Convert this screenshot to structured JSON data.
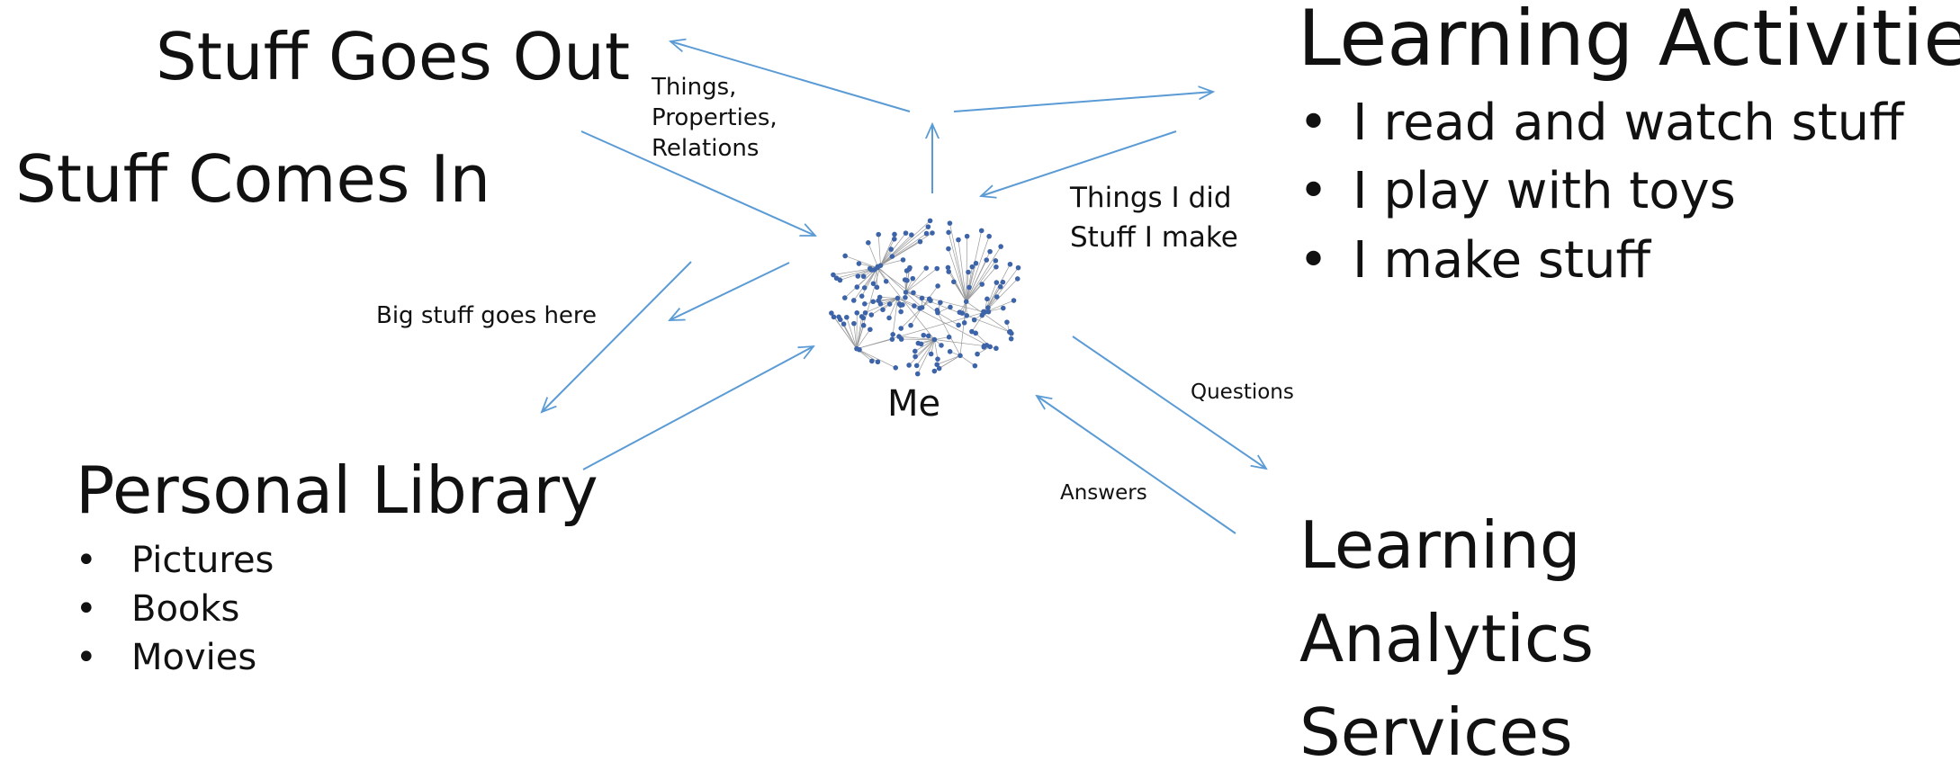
{
  "colors": {
    "arrow": "#5b9bd5",
    "node": "#3d64a8",
    "edge": "#9a9a9a",
    "text": "#111111"
  },
  "stuff_goes_out": "Stuff Goes Out",
  "stuff_comes_in": "Stuff Comes In",
  "label_things": [
    "Things,",
    "Properties,",
    "Relations"
  ],
  "label_big_stuff": "Big stuff goes here",
  "learning_activities": {
    "title": "Learning Activities",
    "items": [
      "I read and watch stuff",
      "I play with toys",
      "I make stuff"
    ]
  },
  "label_things_i_did": [
    "Things I did",
    "Stuff I make"
  ],
  "me_label": "Me",
  "label_questions": "Questions",
  "label_answers": "Answers",
  "personal_library": {
    "title": "Personal Library",
    "items": [
      "Pictures",
      "Books",
      "Movies"
    ]
  },
  "analytics_services": [
    "Learning",
    "Analytics",
    "Services"
  ]
}
